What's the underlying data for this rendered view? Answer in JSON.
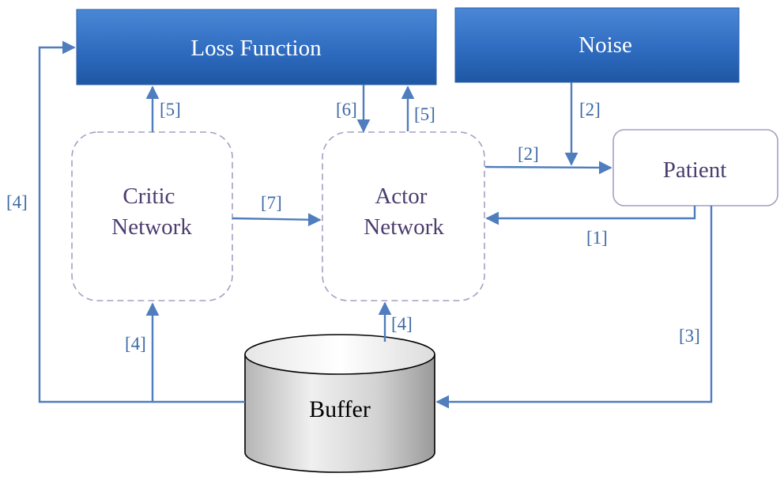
{
  "nodes": {
    "loss_function": "Loss Function",
    "noise": "Noise",
    "critic_network": [
      "Critic",
      "Network"
    ],
    "actor_network": [
      "Actor",
      "Network"
    ],
    "patient": "Patient",
    "buffer": "Buffer"
  },
  "edge_labels": {
    "critic_to_loss": "[5]",
    "loss_to_actor": "[6]",
    "actor_to_loss": "[5]",
    "noise_to_patient_path": "[2]",
    "actor_to_patient": "[2]",
    "critic_to_actor": "[7]",
    "patient_to_actor": "[1]",
    "buffer_to_loss": "[4]",
    "buffer_to_critic": "[4]",
    "buffer_to_actor": "[4]",
    "patient_to_buffer": "[3]"
  },
  "colors": {
    "header_box_top": "#3f7ed0",
    "header_box_bottom": "#1f5aa6",
    "arrow": "#4f7dbd",
    "dashed_border": "#a79ec4",
    "patient_border": "#a79ec4",
    "buffer_fill_top": "#f2f2f2",
    "buffer_fill_bottom": "#9e9e9e"
  }
}
